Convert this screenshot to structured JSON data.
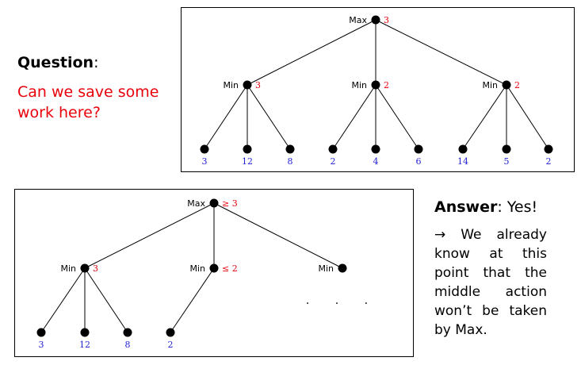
{
  "question": {
    "label": "Question",
    "colon": ":",
    "text": "Can we save some work here?"
  },
  "answer": {
    "label": "Answer",
    "suffix": ": Yes!",
    "text": "→ We already know at this point that the middle action won’t be taken by Max."
  },
  "colors": {
    "red": "#e8000b",
    "blue": "#1f1fd6",
    "black": "#000000"
  },
  "tree_top": {
    "root": {
      "label": "Max",
      "value": "3"
    },
    "children": [
      {
        "label": "Min",
        "value": "3",
        "leaves": [
          "3",
          "12",
          "8"
        ]
      },
      {
        "label": "Min",
        "value": "2",
        "leaves": [
          "2",
          "4",
          "6"
        ]
      },
      {
        "label": "Min",
        "value": "2",
        "leaves": [
          "14",
          "5",
          "2"
        ]
      }
    ]
  },
  "tree_bottom": {
    "root": {
      "label": "Max",
      "value": "≥ 3"
    },
    "children": [
      {
        "label": "Min",
        "value": "3",
        "leaves": [
          "3",
          "12",
          "8"
        ]
      },
      {
        "label": "Min",
        "value": "≤ 2",
        "leaves": [
          "2"
        ]
      },
      {
        "label": "Min",
        "value": "",
        "leaves": []
      }
    ],
    "ellipsis": ". . ."
  }
}
